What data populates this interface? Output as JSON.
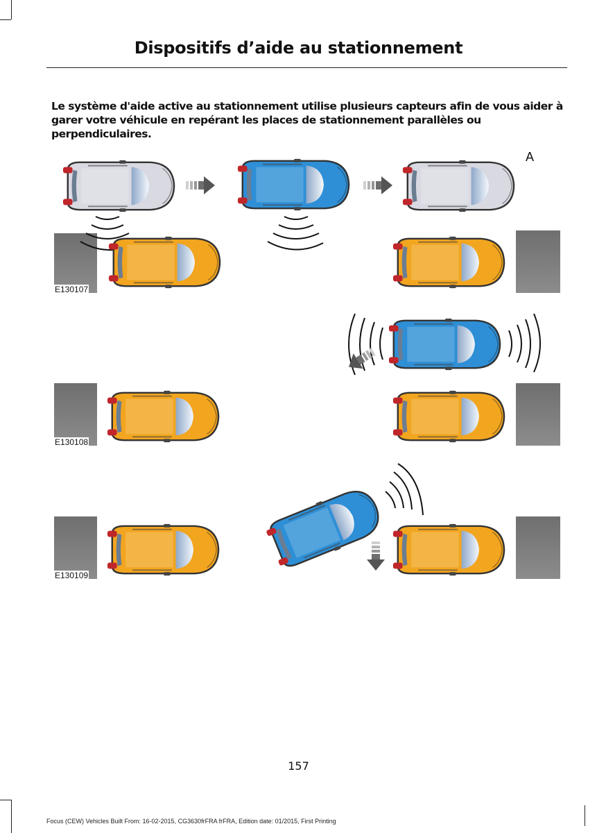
{
  "page": {
    "title": "Dispositifs d’aide au stationnement",
    "intro": "Le système d'aide active au stationnement utilise plusieurs capteurs afin de vous aider à garer votre véhicule en repérant les places de stationnement parallèles ou perpendiculaires.",
    "page_number": "157",
    "footer": "Focus (CEW) Vehicles Built From: 16-02-2015, CG3630frFRA frFRA, Edition date: 01/2015, First Printing"
  },
  "figures": [
    {
      "code": "E130107",
      "letter": "A"
    },
    {
      "code": "E130108"
    },
    {
      "code": "E130109"
    }
  ],
  "colors": {
    "scanning_car": "#2e8fd6",
    "passed_car": "#d9d9e2",
    "parked_car": "#f2a51f",
    "curb": "#7d7d7d",
    "arrow": "#555555"
  }
}
